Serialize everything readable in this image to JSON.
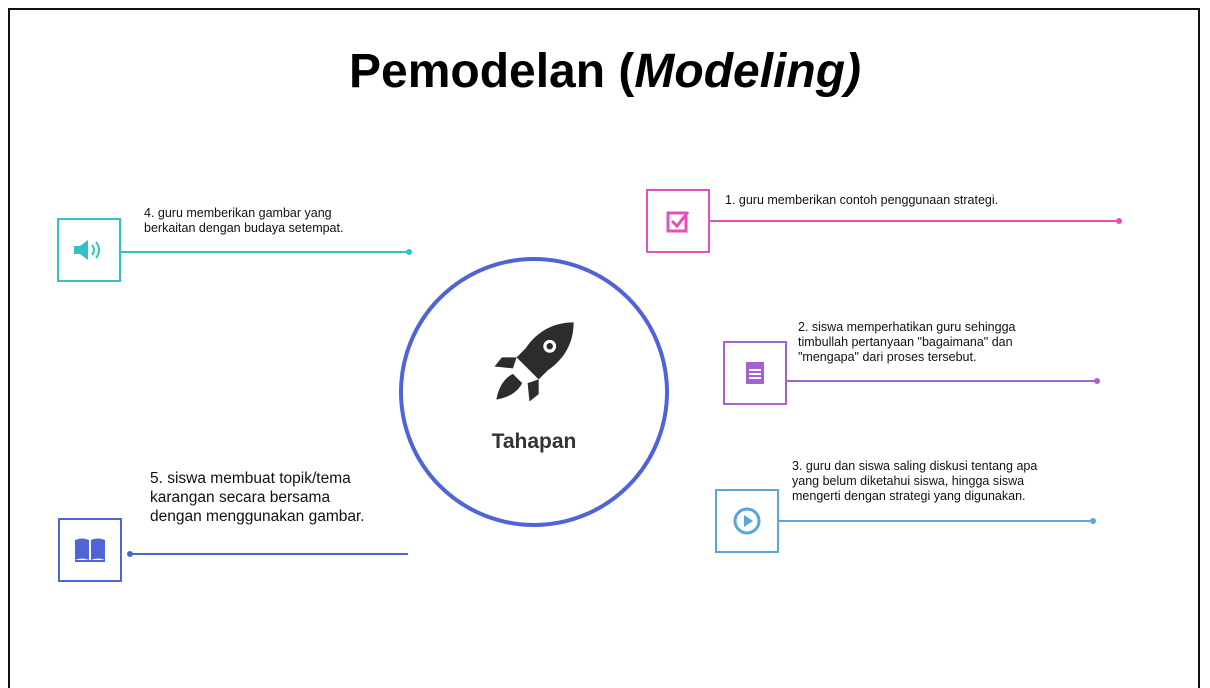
{
  "slide": {
    "title_main": "Pemodelan (",
    "title_em": "Modeling)",
    "center_label": "Tahapan"
  },
  "steps": [
    {
      "id": 1,
      "icon": "checkbox-icon",
      "color": "#e44fb8",
      "text": "1. guru memberikan contoh penggunaan strategi."
    },
    {
      "id": 2,
      "icon": "notepad-icon",
      "color": "#a560d2",
      "line1": "2. siswa memperhatikan guru sehingga",
      "line2": "timbullah pertanyaan \"bagaimana\" dan",
      "line3": "\"mengapa\" dari proses tersebut."
    },
    {
      "id": 3,
      "icon": "play-icon",
      "color": "#5aa6dc",
      "line1": "3. guru dan siswa saling diskusi tentang apa",
      "line2": "yang belum diketahui siswa, hingga siswa",
      "line3": "mengerti dengan strategi yang digunakan."
    },
    {
      "id": 4,
      "icon": "speaker-icon",
      "color": "#33c2c4",
      "line1": "4. guru memberikan gambar yang",
      "line2": "berkaitan dengan budaya setempat."
    },
    {
      "id": 5,
      "icon": "book-icon",
      "color": "#4f64d6",
      "line1": "5. siswa membuat topik/tema",
      "line2": "karangan secara bersama",
      "line3": "dengan menggunakan gambar."
    }
  ]
}
